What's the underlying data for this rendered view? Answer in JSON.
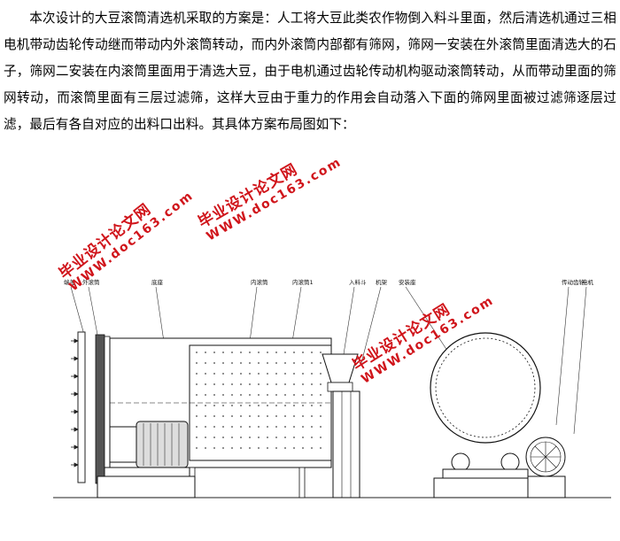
{
  "paragraph": "本次设计的大豆滚筒清选机采取的方案是：人工将大豆此类农作物倒入料斗里面，然后清选机通过三相电机带动齿轮传动继而带动内外滚筒转动，而内外滚筒内部都有筛网，筛网一安装在外滚筒里面清选大的石子，筛网二安装在内滚筒里面用于清选大豆，由于电机通过齿轮传动机构驱动滚筒转动，从而带动里面的筛网转动，而滚筒里面有三层过滤筛，这样大豆由于重力的作用会自动落入下面的筛网里面被过滤筛逐层过滤，最后有各自对应的出料口出料。其具体方案布局图如下：",
  "watermarks": [
    {
      "main": "毕业设计论文网",
      "url": "WWW.doc163.com"
    },
    {
      "main": "毕业设计论文网",
      "url": "WWW.doc163.com"
    },
    {
      "main": "毕业设计论文网",
      "url": "WWW.doc163.com"
    }
  ],
  "drawing_labels": {
    "l1": "端盖",
    "l2": "外滚筒",
    "l3": "底座",
    "l4": "内滚筒",
    "l5": "内滚筒1",
    "l6": "入料斗",
    "l7": "机架",
    "l8": "安装座",
    "l9": "传动齿轮",
    "l10": "电机"
  }
}
